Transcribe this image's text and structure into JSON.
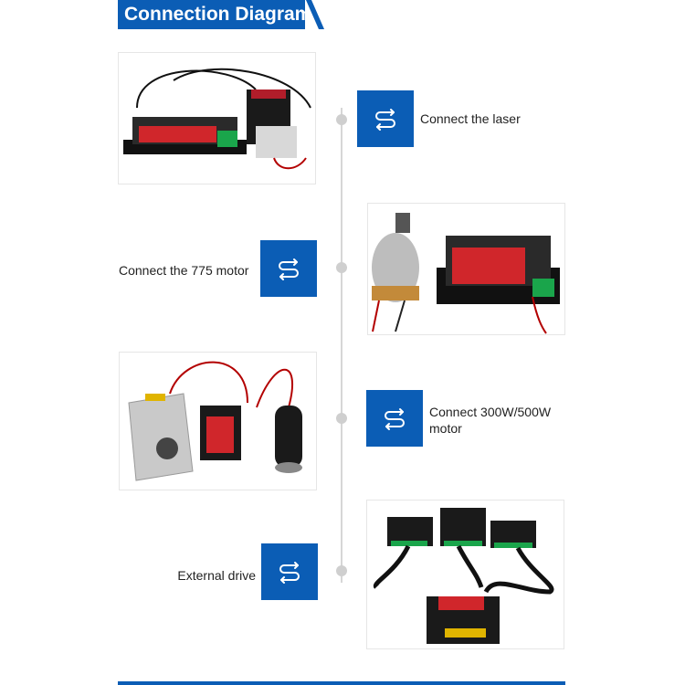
{
  "header": {
    "title": "Connection Diagram"
  },
  "colors": {
    "brand_blue": "#0b5db5",
    "timeline_gray": "#d6d6d6"
  },
  "steps": [
    {
      "label": "Connect the laser",
      "icon": "connection-swap-icon"
    },
    {
      "label": "Connect the 775 motor",
      "icon": "connection-swap-icon"
    },
    {
      "label": "Connect 300W/500W motor",
      "icon": "connection-swap-icon"
    },
    {
      "label": "External drive",
      "icon": "connection-swap-icon"
    }
  ]
}
